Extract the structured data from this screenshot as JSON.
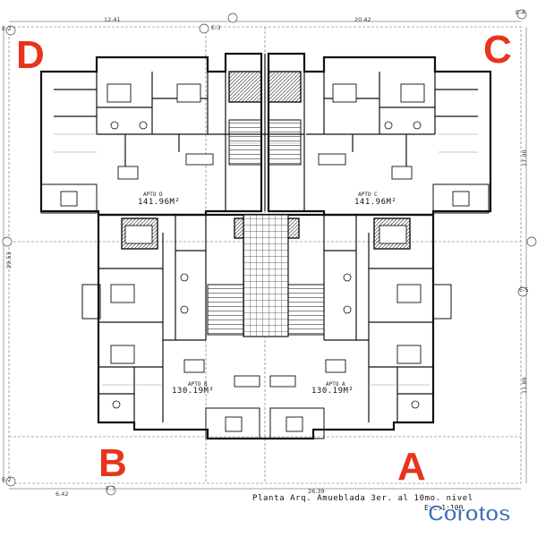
{
  "corners": {
    "D": "D",
    "C": "C",
    "B": "B",
    "A": "A"
  },
  "apartments": [
    {
      "id": "d",
      "label": "APTO D",
      "area": "141.96M²"
    },
    {
      "id": "c",
      "label": "APTO C",
      "area": "141.96M²"
    },
    {
      "id": "b",
      "label": "APTO B",
      "area": "130.19M²"
    },
    {
      "id": "a",
      "label": "APTO A",
      "area": "130.19M²"
    }
  ],
  "dimensions": {
    "top_left": "12.41",
    "top_right": "20.42",
    "bottom_left": "6.42",
    "bottom_total": "26.39",
    "right_upper": "17.90",
    "right_lower": "11.80",
    "left_total": "29.53"
  },
  "axes": {
    "e2_top": "E-2",
    "e3": "E-3",
    "e4": "E-4",
    "e5": "E-5",
    "e2_bottom": "E-2",
    "e7": "E-7"
  },
  "title": "Planta Arq. Amueblada 3er. al 10mo. nivel",
  "scale": "Esc.1:100",
  "brand": "Corotos",
  "colors": {
    "corner_letters": "#e8341c",
    "brand": "#3f6fb5",
    "lines": "#222222"
  }
}
